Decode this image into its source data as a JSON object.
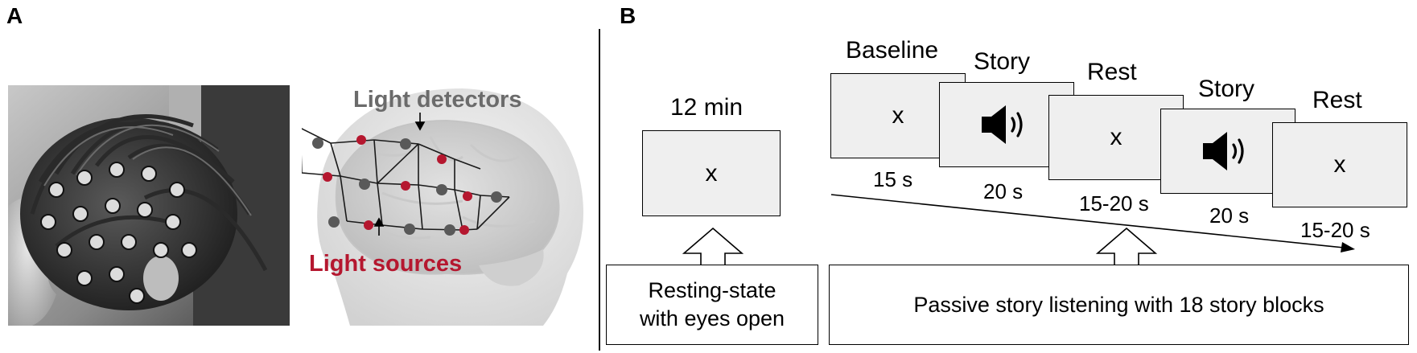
{
  "panel_a": {
    "letter": "A",
    "light_detectors_label": "Light detectors",
    "light_sources_label": "Light sources",
    "colors": {
      "detector": "#595959",
      "source": "#b5172f",
      "detector_text": "#6b6b6b",
      "source_text": "#b5172f"
    }
  },
  "panel_b": {
    "letter": "B",
    "resting": {
      "duration_title": "12 min",
      "screen_symbol": "x",
      "description_line1": "Resting-state",
      "description_line2": "with eyes open"
    },
    "sequence": [
      {
        "label": "Baseline",
        "symbol": "x",
        "duration": "15 s"
      },
      {
        "label": "Story",
        "symbol": "speaker-icon",
        "duration": "20 s"
      },
      {
        "label": "Rest",
        "symbol": "x",
        "duration": "15-20 s"
      },
      {
        "label": "Story",
        "symbol": "speaker-icon",
        "duration": "20 s"
      },
      {
        "label": "Rest",
        "symbol": "x",
        "duration": "15-20 s"
      }
    ],
    "story_description": "Passive story listening with 18 story blocks"
  }
}
